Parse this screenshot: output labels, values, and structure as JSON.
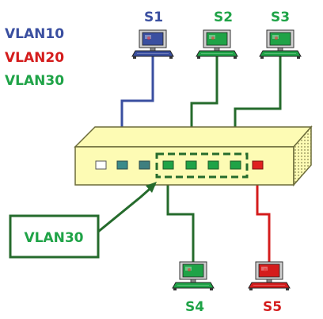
{
  "legend": [
    {
      "label": "VLAN10",
      "color": "#3a4fa0"
    },
    {
      "label": "VLAN20",
      "color": "#d41c1c"
    },
    {
      "label": "VLAN30",
      "color": "#1fa347"
    }
  ],
  "colors": {
    "vlan10": "#3a4fa0",
    "vlan20": "#d41c1c",
    "vlan30": "#1fa347",
    "vlan30_dark": "#256b2c",
    "switch_fill": "#fdfbb4",
    "switch_stroke": "#6b6b3a",
    "port_empty": "#ffffff"
  },
  "stations": {
    "s1": {
      "label": "S1",
      "vlan": "VLAN10"
    },
    "s2": {
      "label": "S2",
      "vlan": "VLAN30"
    },
    "s3": {
      "label": "S3",
      "vlan": "VLAN30"
    },
    "s4": {
      "label": "S4",
      "vlan": "VLAN30"
    },
    "s5": {
      "label": "S5",
      "vlan": "VLAN20"
    }
  },
  "callout": {
    "label": "VLAN30"
  },
  "icons": {
    "station": "computer-icon",
    "switch": "network-switch-icon"
  }
}
